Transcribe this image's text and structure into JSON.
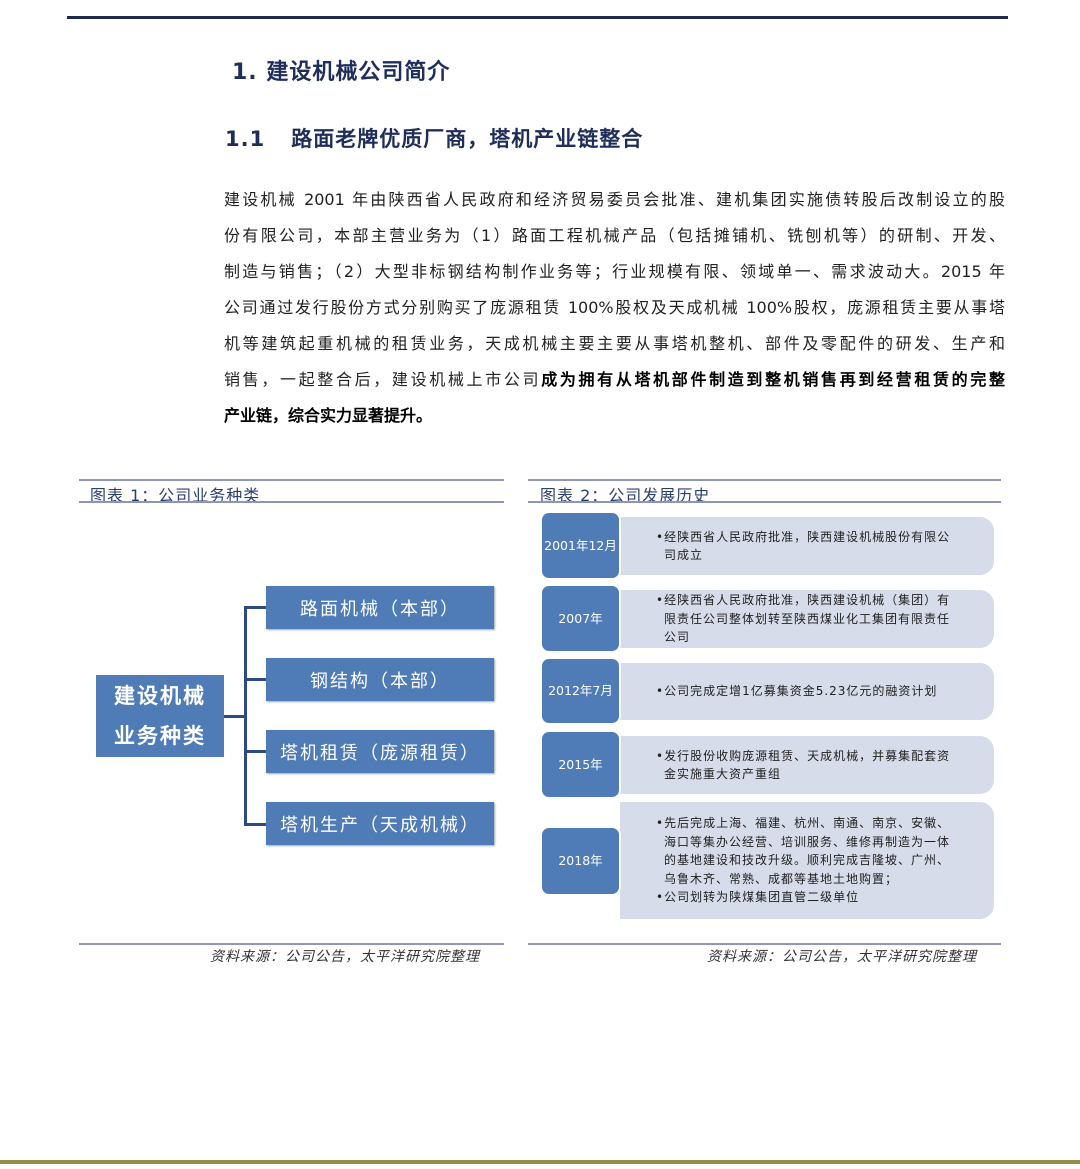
{
  "heading1": "1. 建设机械公司简介",
  "heading2": {
    "num": "1.1",
    "text": "路面老牌优质厂商，塔机产业链整合"
  },
  "paragraph": {
    "lines": [
      "建设机械 2001 年由陕西省人民政府和经济贸易委员会批准、建机集团实施债转股后改制设立的股",
      "份有限公司，本部主营业务为（1）路面工程机械产品（包括摊铺机、铣刨机等）的研制、开发、",
      "制造与销售；（2）大型非标钢结构制作业务等；行业规模有限、领域单一、需求波动大。2015 年",
      "公司通过发行股份方式分别购买了庞源租赁 100%股权及天成机械 100%股权，庞源租赁主要从事塔",
      "机等建筑起重机械的租赁业务，天成机械主要主要从事塔机整机、部件及零配件的研发、生产和"
    ],
    "line6_normal": "销售，一起整合后，建设机械上市公司",
    "line6_bold": "成为拥有从塔机部件制造到整机销售再到经营租赁的完整",
    "line7_bold": "产业链，综合实力显著提升。"
  },
  "figure1": {
    "title": "图表 1：公司业务种类",
    "main_line1": "建设机械",
    "main_line2": "业务种类",
    "categories": [
      "路面机械（本部）",
      "钢结构（本部）",
      "塔机租赁（庞源租赁）",
      "塔机生产（天成机械）"
    ],
    "source": "资料来源：公司公告，太平洋研究院整理"
  },
  "figure2": {
    "title": "图表 2：公司发展历史",
    "events": [
      {
        "date": "2001年12月",
        "items": [
          "•经陕西省人民政府批准，陕西建设机械股份有限公司成立"
        ]
      },
      {
        "date": "2007年",
        "items": [
          "•经陕西省人民政府批准，陕西建设机械（集团）有限责任公司整体划转至陕西煤业化工集团有限责任公司"
        ]
      },
      {
        "date": "2012年7月",
        "items": [
          "•公司完成定增1亿募集资金5.23亿元的融资计划"
        ]
      },
      {
        "date": "2015年",
        "items": [
          "•发行股份收购庞源租赁、天成机械，并募集配套资金实施重大资产重组"
        ]
      },
      {
        "date": "2018年",
        "items": [
          "•先后完成上海、福建、杭州、南通、南京、安徽、海口等集办公经营、培训服务、维修再制造为一体的基地建设和技改升级。顺利完成吉隆坡、广州、乌鲁木齐、常熟、成都等基地土地购置；",
          "•公司划转为陕煤集团直管二级单位"
        ]
      }
    ],
    "source": "资料来源：公司公告，太平洋研究院整理"
  },
  "colors": {
    "navy": "#1f2d5a",
    "box_blue": "#4f7bb7",
    "panel": "#d6dcea",
    "footer_line": "#9a8a4a"
  }
}
